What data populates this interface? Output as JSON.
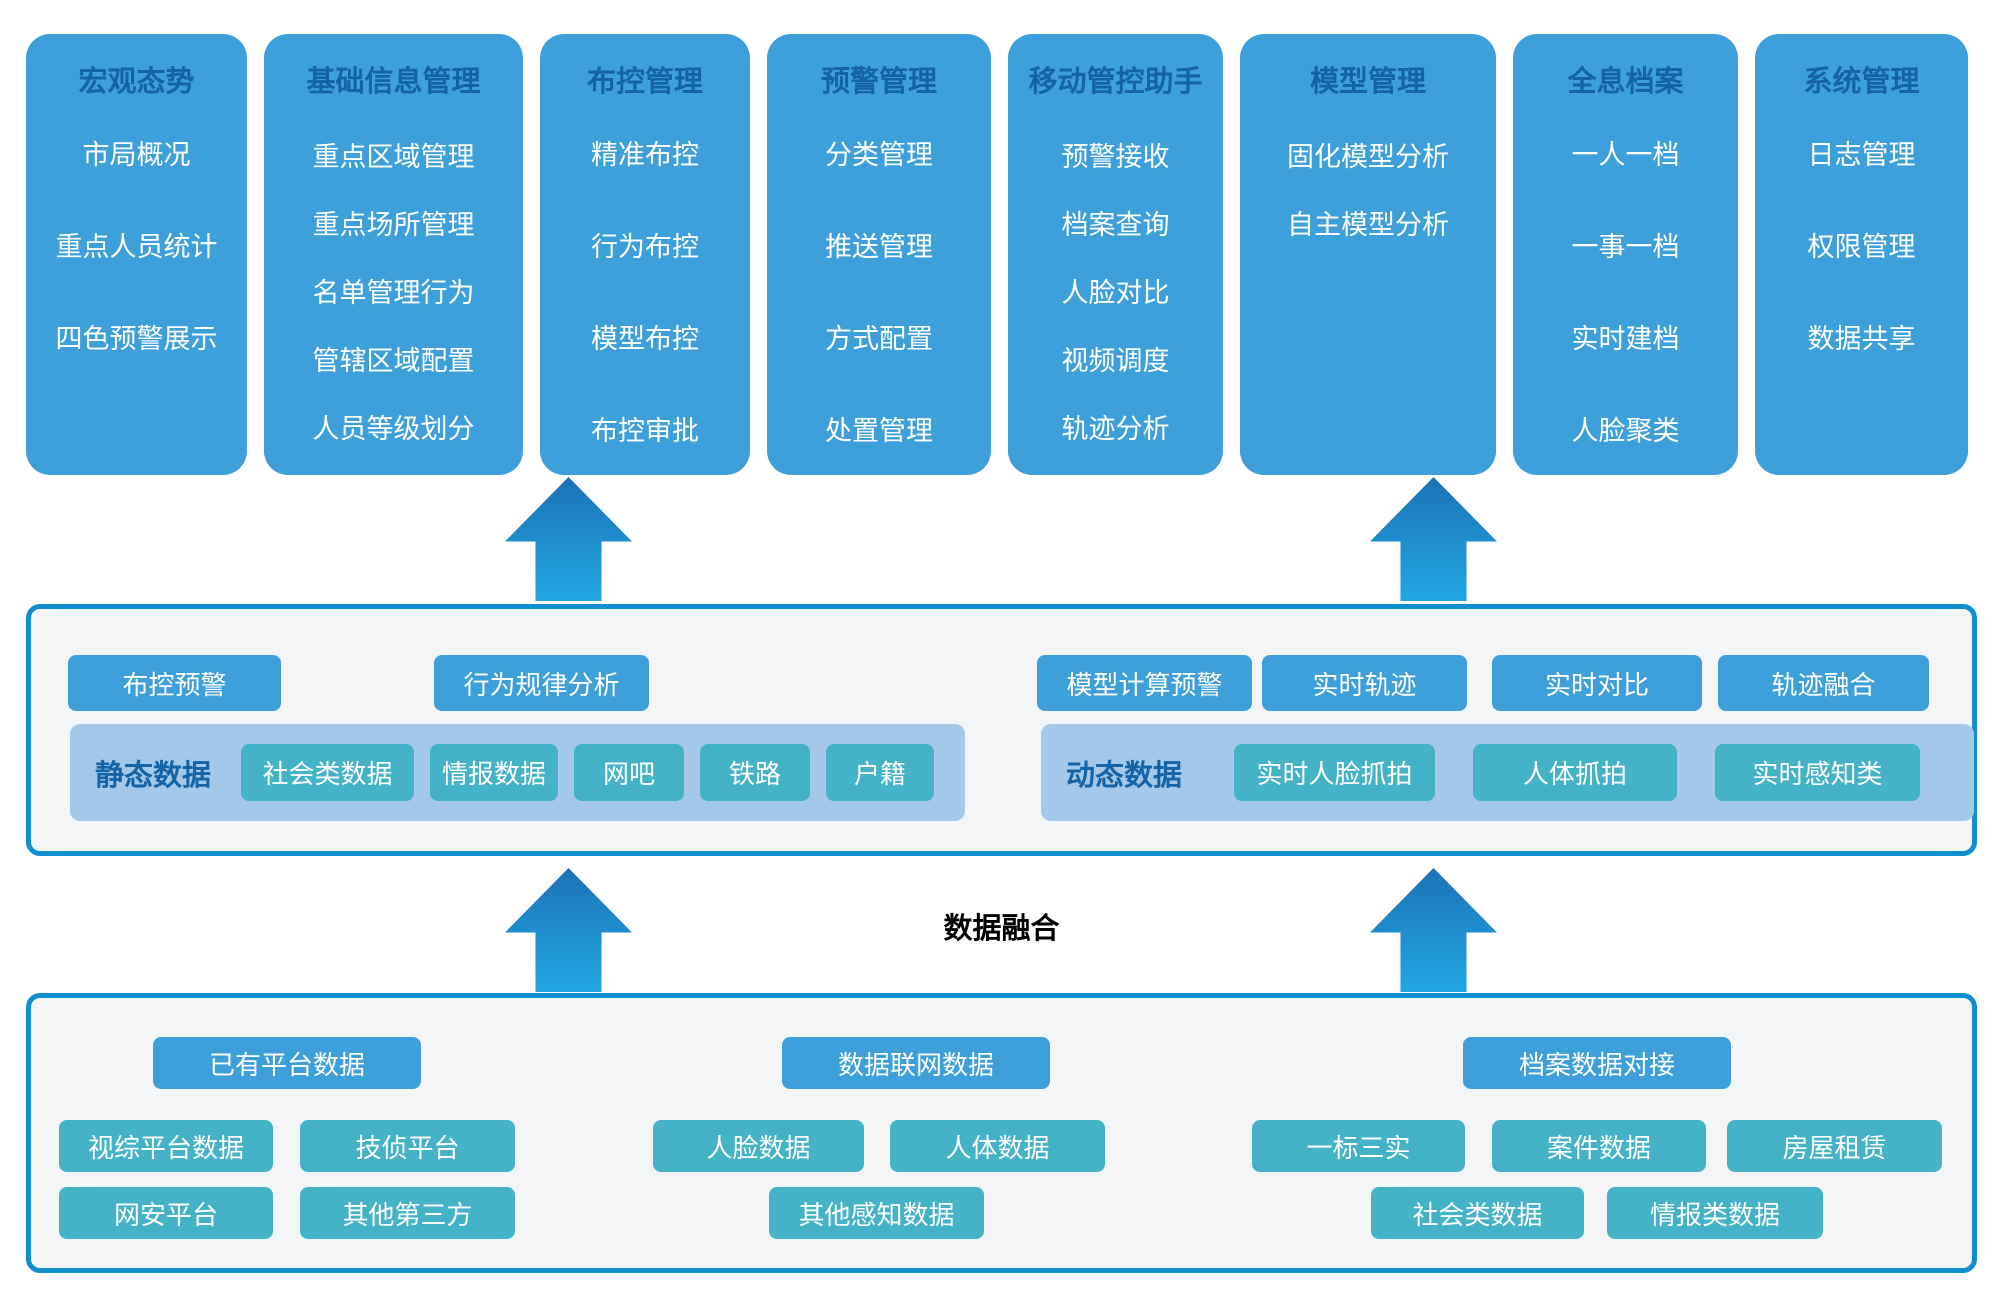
{
  "colors": {
    "module_blue": "#3EA0DB",
    "title_blue": "#1463A6",
    "teal": "#44B3C7",
    "band_light_blue": "#A4C8E9",
    "layer_border": "#0F8FD0",
    "layer_background": "#F4F5F7",
    "arrow_gradient_top": "#1C72B7",
    "arrow_gradient_bottom": "#22A7E2"
  },
  "top_modules": [
    {
      "title": "宏观态势",
      "items": [
        "市局概况",
        "重点人员统计",
        "四色预警展示"
      ]
    },
    {
      "title": "基础信息管理",
      "items": [
        "重点区域管理",
        "重点场所管理",
        "名单管理行为",
        "管辖区域配置",
        "人员等级划分"
      ]
    },
    {
      "title": "布控管理",
      "items": [
        "精准布控",
        "行为布控",
        "模型布控",
        "布控审批"
      ]
    },
    {
      "title": "预警管理",
      "items": [
        "分类管理",
        "推送管理",
        "方式配置",
        "处置管理"
      ]
    },
    {
      "title": "移动管控助手",
      "items": [
        "预警接收",
        "档案查询",
        "人脸对比",
        "视频调度",
        "轨迹分析"
      ]
    },
    {
      "title": "模型管理",
      "items": [
        "固化模型分析",
        "自主模型分析"
      ]
    },
    {
      "title": "全息档案",
      "items": [
        "一人一档",
        "一事一档",
        "实时建档",
        "人脸聚类"
      ]
    },
    {
      "title": "系统管理",
      "items": [
        "日志管理",
        "权限管理",
        "数据共享"
      ]
    }
  ],
  "analysis_layer": {
    "left_buttons": [
      "布控预警",
      "行为规律分析"
    ],
    "right_buttons": [
      "模型计算预警",
      "实时轨迹",
      "实时对比",
      "轨迹融合"
    ],
    "static_band": {
      "label": "静态数据",
      "items": [
        "社会类数据",
        "情报数据",
        "网吧",
        "铁路",
        "户籍"
      ]
    },
    "dynamic_band": {
      "label": "动态数据",
      "items": [
        "实时人脸抓拍",
        "人体抓拍",
        "实时感知类"
      ]
    }
  },
  "fusion_label": "数据融合",
  "source_layer": {
    "groups": [
      {
        "header": "已有平台数据",
        "items": [
          "视综平台数据",
          "技侦平台",
          "网安平台",
          "其他第三方"
        ]
      },
      {
        "header": "数据联网数据",
        "items": [
          "人脸数据",
          "人体数据",
          "其他感知数据"
        ]
      },
      {
        "header": "档案数据对接",
        "items": [
          "一标三实",
          "案件数据",
          "房屋租赁",
          "社会类数据",
          "情报类数据"
        ]
      }
    ]
  }
}
